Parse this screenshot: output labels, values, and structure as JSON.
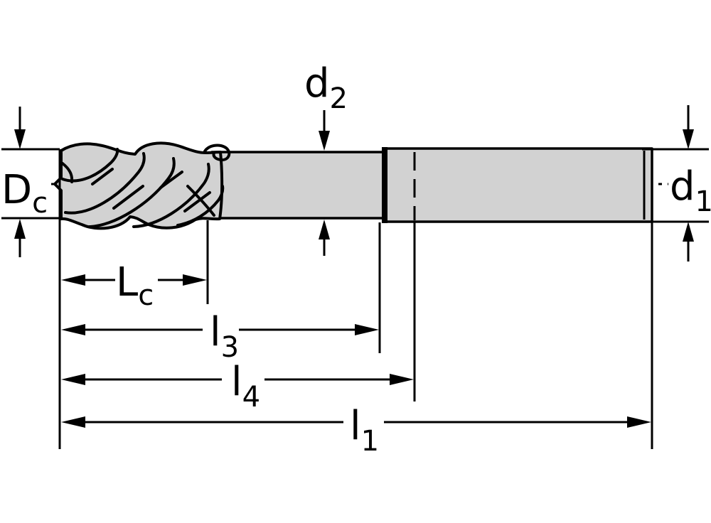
{
  "colors": {
    "background": "#ffffff",
    "tool_fill": "#d2d2d2",
    "line": "#000000"
  },
  "labels": {
    "dc": {
      "main": "D",
      "sub": "c"
    },
    "d2": {
      "main": "d",
      "sub": "2"
    },
    "d1": {
      "main": "d",
      "sub": "1"
    },
    "lc": {
      "main": "L",
      "sub": "c"
    },
    "l3": {
      "main": "l",
      "sub": "3"
    },
    "l4": {
      "main": "l",
      "sub": "4"
    },
    "l1": {
      "main": "l",
      "sub": "1"
    }
  }
}
